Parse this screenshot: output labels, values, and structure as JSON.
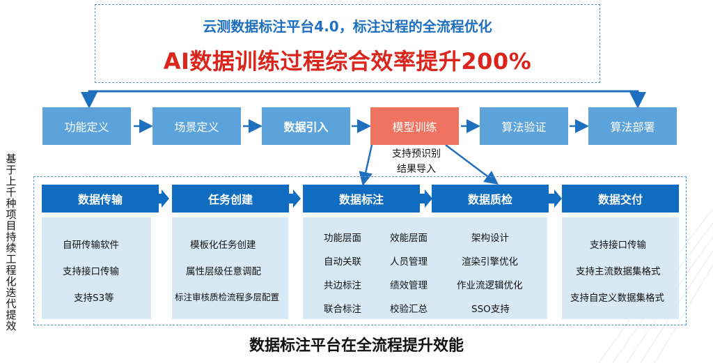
{
  "banner": {
    "subtitle": "云测数据标注平台4.0，标注过程的全流程优化",
    "headline": "AI数据训练过程综合效率提升200%"
  },
  "process_steps": [
    {
      "label": "功能定义"
    },
    {
      "label": "场景定义"
    },
    {
      "label": "数据引入"
    },
    {
      "label": "模型训练"
    },
    {
      "label": "算法验证"
    },
    {
      "label": "算法部署"
    }
  ],
  "model_note": {
    "line1": "支持预识别",
    "line2": "结果导入"
  },
  "side_label": "基于上千种项目持续工程化迭代提效",
  "stages": [
    {
      "title": "数据传输",
      "items": [
        "自研传输软件",
        "支持接口传输",
        "支持S3等"
      ]
    },
    {
      "title": "任务创建",
      "items": [
        "模板化任务创建",
        "属性层级任意调配",
        "标注审核质检流程多层配置"
      ]
    },
    {
      "title": "数据标注",
      "col1": [
        "功能层面",
        "自动关联",
        "共边标注",
        "联合标注"
      ],
      "col2": [
        "效能层面",
        "人员管理",
        "绩效管理",
        "校验汇总"
      ]
    },
    {
      "title": "数据质检",
      "items": [
        "架构设计",
        "渲染引擎优化",
        "作业流逻辑优化",
        "SSO支持"
      ]
    },
    {
      "title": "数据交付",
      "items": [
        "支持接口传输",
        "支持主流数据集格式",
        "支持自定义数据集格式"
      ]
    }
  ],
  "bottom_title": "数据标注平台在全流程提升效能",
  "colors": {
    "step_blue": "#5ba3da",
    "step_highlight": "#ee7360",
    "stage_head": "#0f6cc0",
    "stage_body": "#d8e9f6",
    "headline_red": "#d9251c",
    "subtitle_blue": "#1f6fbf"
  }
}
